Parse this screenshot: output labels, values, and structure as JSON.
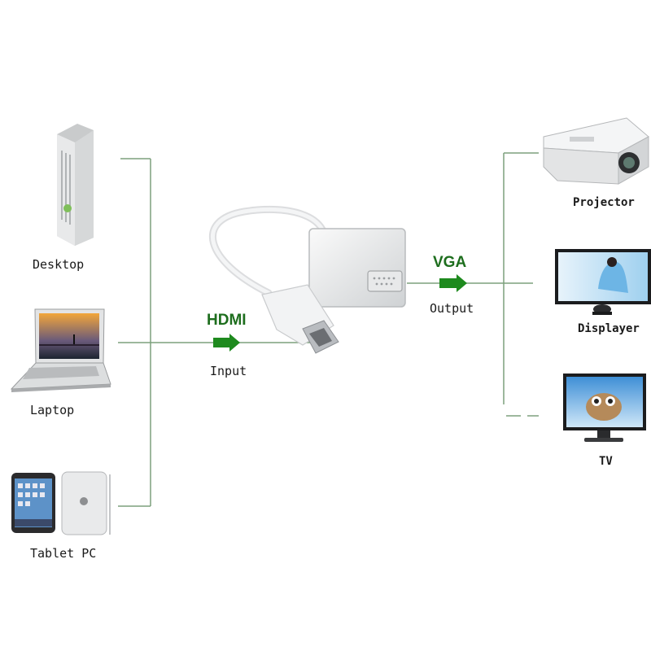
{
  "sources": {
    "desktop": "Desktop",
    "laptop": "Laptop",
    "tablet": "Tablet PC"
  },
  "input": {
    "signal": "HDMI",
    "label": "Input"
  },
  "output": {
    "signal": "VGA",
    "label": "Output"
  },
  "destinations": {
    "projector": "Projector",
    "displayer": "Displayer",
    "tv": "TV"
  },
  "colors": {
    "line": "#7da07d",
    "arrow": "#1e8a1e",
    "signal_text": "#1e6e1e",
    "label_text": "#1a1a1a"
  },
  "icons": [
    "desktop-tower-icon",
    "laptop-icon",
    "tablet-icon",
    "hdmi-vga-adapter-icon",
    "projector-icon",
    "monitor-icon",
    "tv-icon"
  ]
}
